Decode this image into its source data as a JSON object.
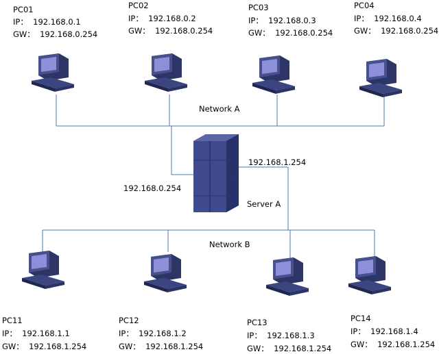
{
  "colors": {
    "wire": "#4a78a8",
    "device_dark": "#2c3566",
    "device_mid": "#46508a",
    "screen": "#8d90d8",
    "server_dark": "#28326a",
    "server_mid": "#3e4a8c"
  },
  "network_a": {
    "label": "Network A"
  },
  "network_b": {
    "label": "Network B"
  },
  "server": {
    "label": "Server A",
    "ip_network_a": "192.168.0.254",
    "ip_network_b": "192.168.1.254",
    "icon": "server-icon"
  },
  "pcs_network_a": [
    {
      "name": "PC01",
      "ip": "IP：  192.168.0.1",
      "gw": "GW：  192.168.0.254"
    },
    {
      "name": "PC02",
      "ip": "IP：  192.168.0.2",
      "gw": "GW：  192.168.0.254"
    },
    {
      "name": "PC03",
      "ip": "IP：  192.168.0.3",
      "gw": "GW：  192.168.0.254"
    },
    {
      "name": "PC04",
      "ip": "IP：  192.168.0.4",
      "gw": "GW：  192.168.0.254"
    }
  ],
  "pcs_network_b": [
    {
      "name": "PC11",
      "ip": "IP：  192.168.1.1",
      "gw": "GW：  192.168.1.254"
    },
    {
      "name": "PC12",
      "ip": "IP：  192.168.1.2",
      "gw": "GW：  192.168.1.254"
    },
    {
      "name": "PC13",
      "ip": "IP：  192.168.1.3",
      "gw": "GW：  192.168.1.254"
    },
    {
      "name": "PC14",
      "ip": "IP：  192.168.1.4",
      "gw": "GW：  192.168.1.254"
    }
  ]
}
